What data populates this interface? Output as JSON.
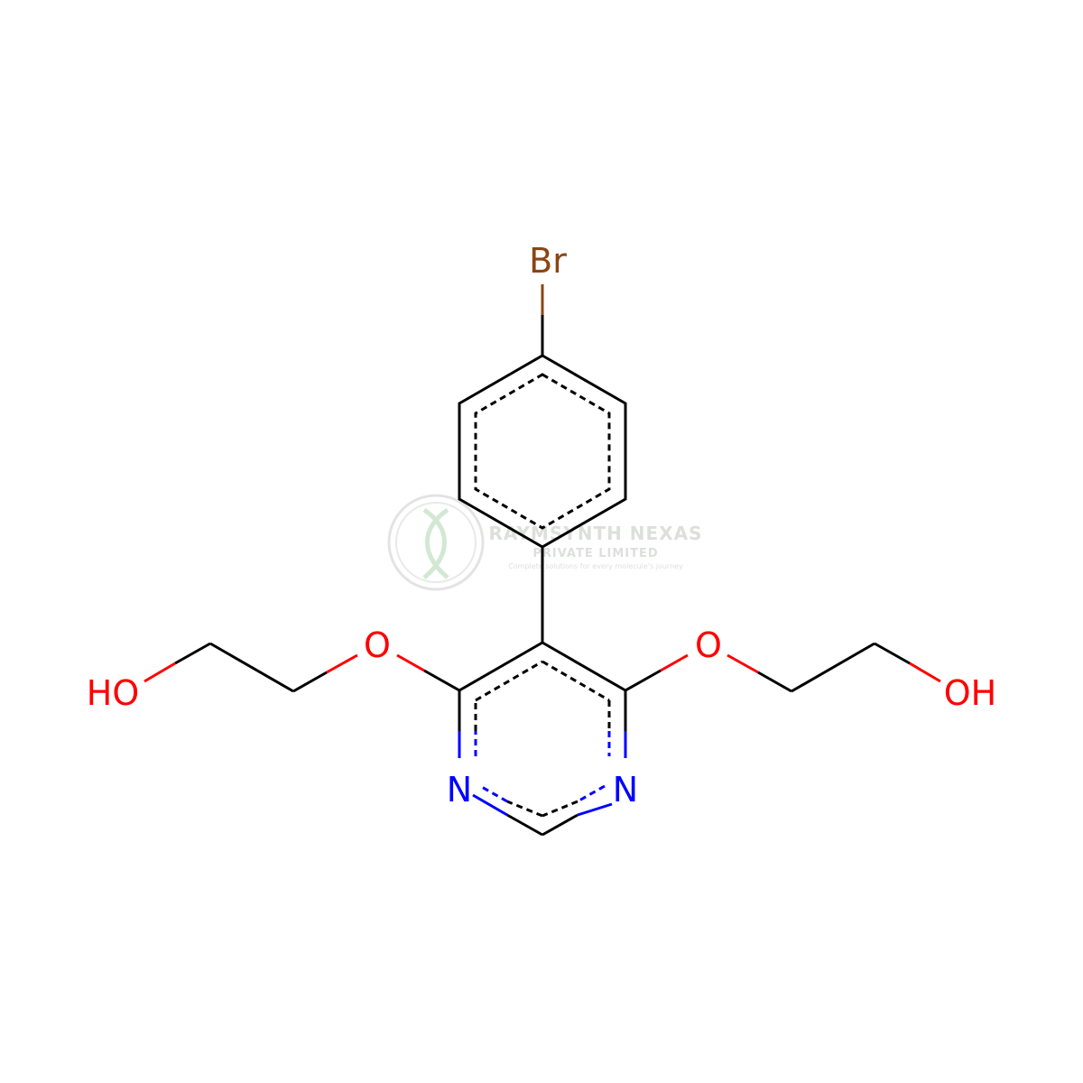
{
  "atom_labels": {
    "bromine": "Br",
    "oxygen_left": "O",
    "oxygen_right": "O",
    "hydroxyl_left": "HO",
    "hydroxyl_right": "OH",
    "nitrogen_left": "N",
    "nitrogen_right": "N"
  },
  "watermark": {
    "title": "RAYMSYNTH NEXAS",
    "subtitle": "PRIVATE LIMITED",
    "tagline": "Complete solutions for every molecule's journey"
  },
  "colors": {
    "bond": "#000000",
    "bromine": "#8B4513",
    "oxygen": "#FF0000",
    "nitrogen": "#0000FF",
    "watermark": "#d9dcd9"
  }
}
